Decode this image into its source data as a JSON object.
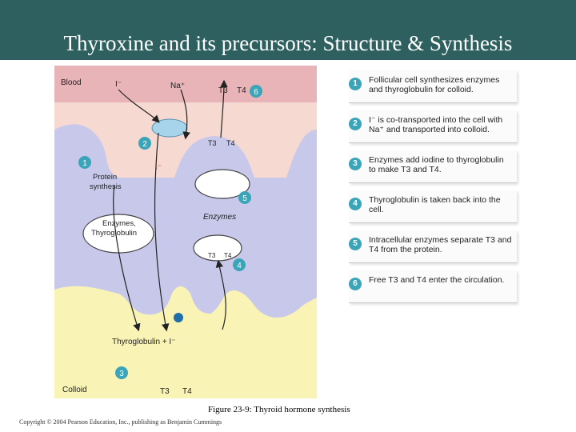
{
  "slide": {
    "title": "Thyroxine and its precursors: Structure & Synthesis",
    "caption": "Figure 23-9: Thyroid hormone synthesis",
    "copyright": "Copyright © 2004 Pearson Education, Inc., publishing as Benjamin Cummings"
  },
  "diagram": {
    "blood_label": "Blood",
    "colloid_label": "Colloid",
    "iodide_top": "I⁻",
    "sodium": "Na⁺",
    "iodide_cell": "I⁻",
    "t3_top": "T3",
    "t4_top": "T4",
    "t3_cell": "T3",
    "t4_cell": "T4",
    "t3_vesicle": "T3",
    "t4_vesicle": "T4",
    "protein_synthesis_1": "Protein",
    "protein_synthesis_2": "synthesis",
    "enzymes_thyro_1": "Enzymes,",
    "enzymes_thyro_2": "Thyroglobulin",
    "enzymes": "Enzymes",
    "thyro_iodide": "Thyroglobulin + I⁻",
    "t3_bottom": "T3",
    "t4_bottom": "T4",
    "markers": [
      "1",
      "2",
      "3",
      "4",
      "5",
      "6"
    ]
  },
  "steps": [
    {
      "num": "1",
      "text": "Follicular cell synthesizes enzymes and thyroglobulin for colloid."
    },
    {
      "num": "2",
      "text": "I⁻ is co-transported into the cell with Na⁺ and transported into colloid."
    },
    {
      "num": "3",
      "text": "Enzymes add iodine to thyroglobulin to make T3 and T4."
    },
    {
      "num": "4",
      "text": "Thyroglobulin is taken back into the cell."
    },
    {
      "num": "5",
      "text": "Intracellular enzymes separate T3 and T4 from the protein."
    },
    {
      "num": "6",
      "text": "Free T3 and T4 enter the circulation."
    }
  ],
  "colors": {
    "title_bar": "#2e6060",
    "blood": "#e8b4b8",
    "interstitial": "#f6d9d0",
    "cell": "#c8c9ea",
    "colloid": "#f9f3b6",
    "marker": "#3aa4b8"
  }
}
